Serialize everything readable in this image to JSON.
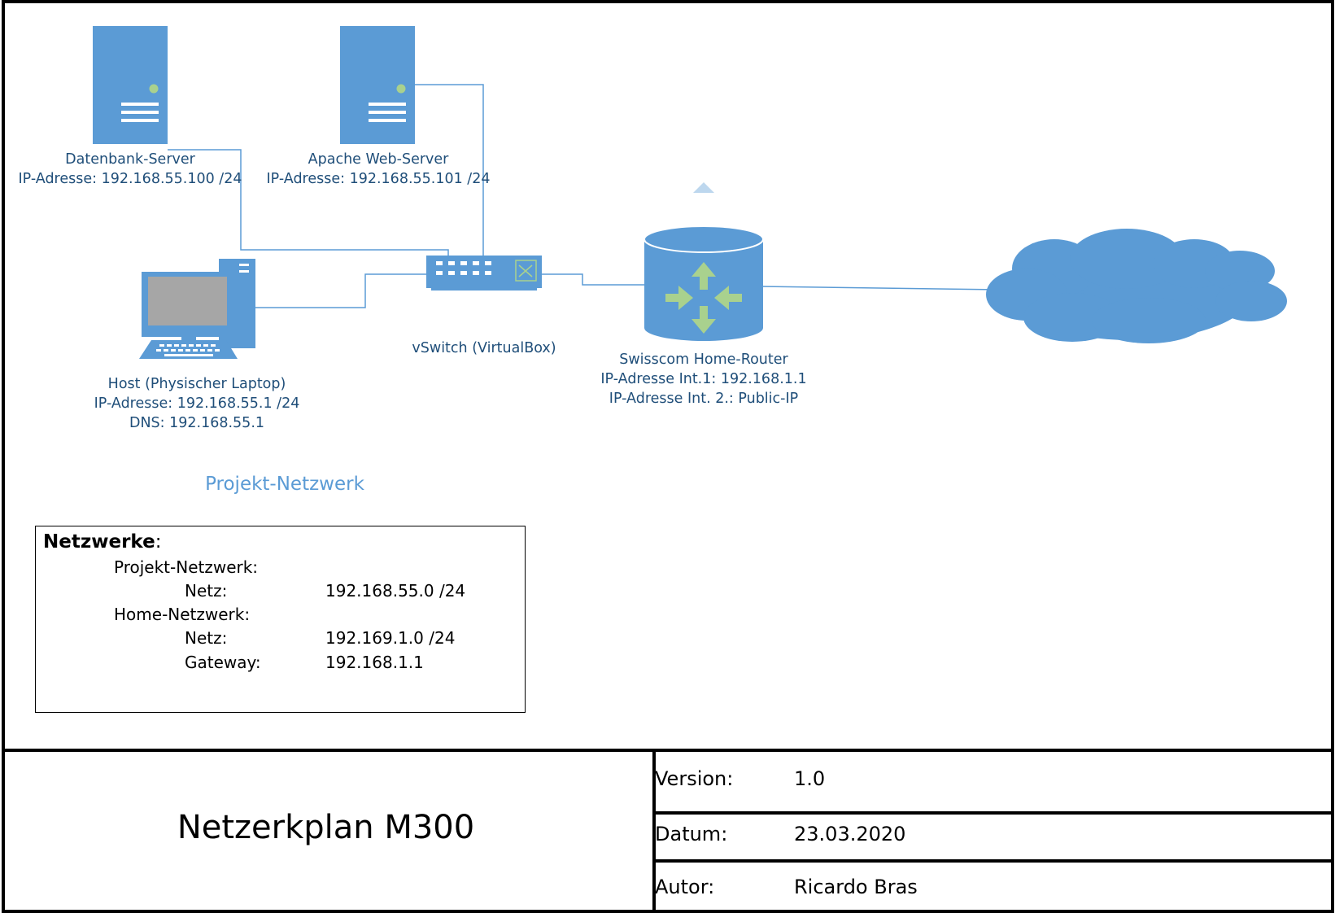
{
  "nodes": {
    "db_server": {
      "icon": "server-icon",
      "name": "Datenbank-Server",
      "ip": "IP-Adresse: 192.168.55.100 /24"
    },
    "web_server": {
      "icon": "server-icon",
      "name": "Apache Web-Server",
      "ip": "IP-Adresse: 192.168.55.101 /24"
    },
    "host": {
      "icon": "desktop-computer-icon",
      "name": "Host (Physischer Laptop)",
      "ip": "IP-Adresse: 192.168.55.1 /24",
      "dns": "DNS: 192.168.55.1"
    },
    "vswitch": {
      "icon": "switch-icon",
      "name": "vSwitch (VirtualBox)"
    },
    "router": {
      "icon": "router-icon",
      "name": "Swisscom Home-Router",
      "ip_int1": "IP-Adresse Int.1: 192.168.1.1",
      "ip_int2": "IP-Adresse Int. 2.: Public-IP"
    },
    "internet": {
      "icon": "cloud-icon"
    }
  },
  "caption": "Projekt-Netzwerk",
  "legend": {
    "heading": "Netzwerke",
    "heading_suffix": ":",
    "project_label": "Projekt-Netzwerk:",
    "project_net_key": "Netz:",
    "project_net_value": "192.168.55.0 /24",
    "home_label": "Home-Netzwerk:",
    "home_net_key": "Netz:",
    "home_net_value": "192.169.1.0 /24",
    "home_gw_key": "Gateway:",
    "home_gw_value": "192.168.1.1"
  },
  "title_block": {
    "title": "Netzerkplan M300",
    "version_key": "Version:",
    "version_value": "1.0",
    "date_key": "Datum:",
    "date_value": "23.03.2020",
    "author_key": "Autor:",
    "author_value": "Ricardo Bras"
  },
  "colors": {
    "device_blue": "#5b9bd5",
    "label_blue": "#1f4e79",
    "line_blue": "#5b9bd5",
    "arrow_green": "#a9d18e",
    "screen_gray": "#a6a6a6"
  }
}
